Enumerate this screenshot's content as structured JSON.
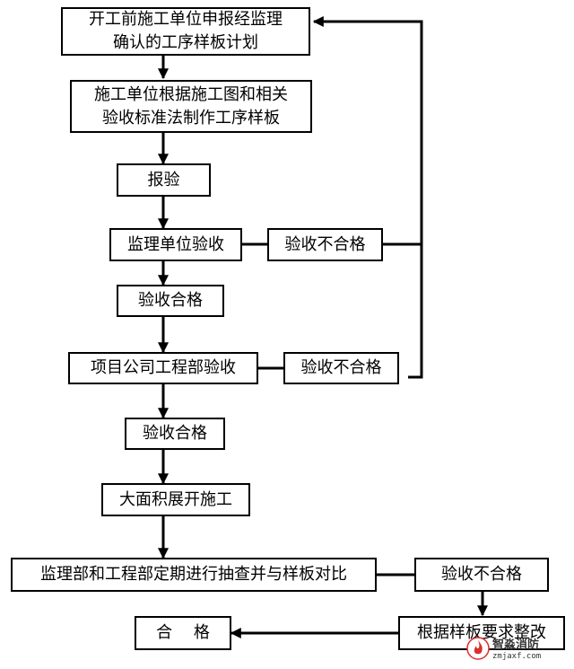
{
  "flow": {
    "plan": "开工前施工单位申报经监理\n确认的工序样板计划",
    "make": "施工单位根据施工图和相关\n验收标准法制作工序样板",
    "report": "报验",
    "supervisor_check": "监理单位验收",
    "fail_1": "验收不合格",
    "pass_1": "验收合格",
    "company_check": "项目公司工程部验收",
    "fail_2": "验收不合格",
    "pass_2": "验收合格",
    "mass_build": "大面积展开施工",
    "periodic_check": "监理部和工程部定期进行抽查并与样板对比",
    "fail_3": "验收不合格",
    "qualified": "合　 格",
    "rectify": "根据样板要求整改"
  },
  "watermark": {
    "name": "智淼消防",
    "site": "zmjaxf.com",
    "icon": "fire-logo-icon"
  },
  "colors": {
    "line": "#000000",
    "box_border": "#000000",
    "logo_red": "#d9302c"
  }
}
